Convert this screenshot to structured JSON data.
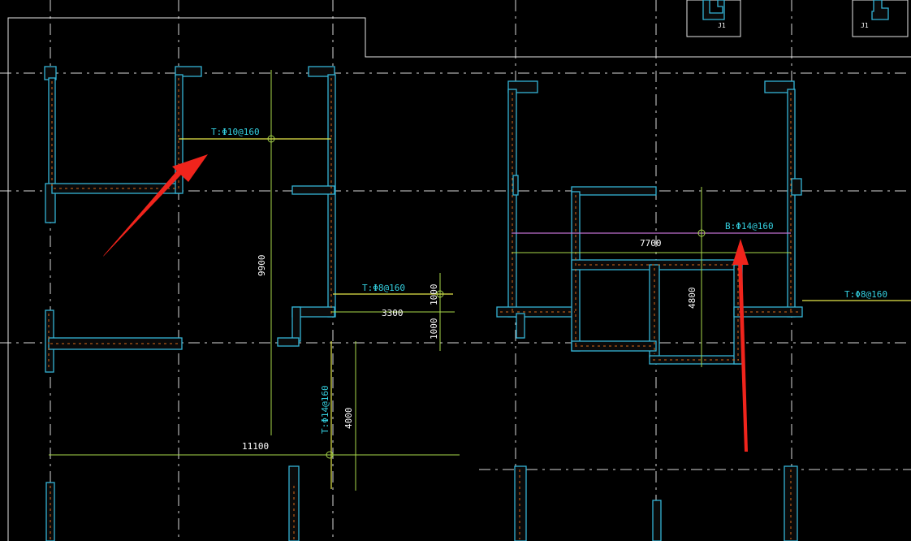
{
  "annotations": {
    "rebar_top_10": "T:Φ10@160",
    "rebar_top_8_a": "T:Φ8@160",
    "rebar_top_14_vertical": "T:Φ14@160",
    "rebar_bottom_14": "B:Φ14@160",
    "rebar_top_8_b": "T:Φ8@160"
  },
  "dimensions": {
    "span_9900": "9900",
    "span_11100": "11100",
    "span_3300": "3300",
    "span_1000_a": "1000",
    "span_1000_b": "1000",
    "span_4000": "4000",
    "span_7700": "7700",
    "span_4800": "4800"
  },
  "pit_labels": {
    "left": "J1",
    "right": "J1"
  },
  "colors": {
    "wall_outline": "#34b4d6",
    "hatch": "#d96a1a",
    "dimension": "#a8d84a",
    "rebar_label": "#34d0e0",
    "arrow": "#f0241c"
  }
}
